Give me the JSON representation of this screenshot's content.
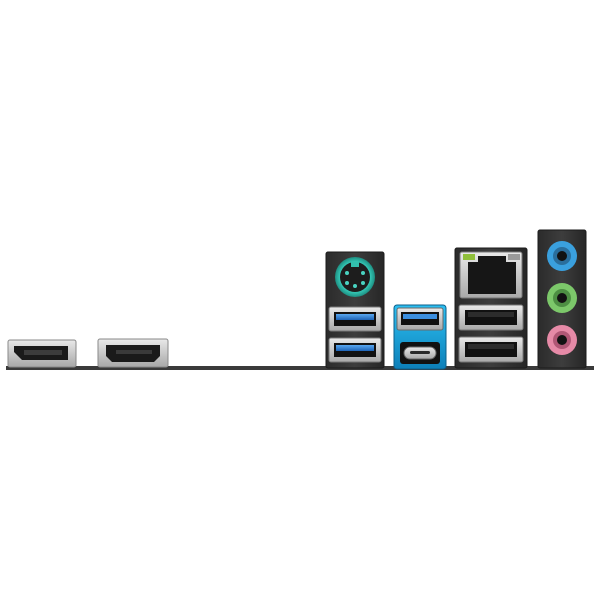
{
  "image": {
    "subject": "motherboard-rear-io-panel",
    "background": "#ffffff",
    "colors": {
      "board_edge": "#3a3a3a",
      "port_metal": "#c9c9c9",
      "port_dark": "#1a1a1a",
      "usb3_blue": "#2f7fd6",
      "usb_c_cyan": "#1aa6e0",
      "ps2_teal": "#2bb5a4",
      "audio_blue": "#3aa0de",
      "audio_green": "#7cc86a",
      "audio_pink": "#e68aa7",
      "lan_led_green": "#8fbf3a",
      "lan_led_gray": "#9a9a9a"
    },
    "ports": [
      {
        "name": "displayport-port",
        "type": "DisplayPort"
      },
      {
        "name": "hdmi-port",
        "type": "HDMI"
      },
      {
        "name": "ps2-combo-port",
        "type": "PS/2"
      },
      {
        "name": "usb-3-port",
        "type": "USB 3.x",
        "count": 2
      },
      {
        "name": "usb-a-blue-port",
        "type": "USB 3.x"
      },
      {
        "name": "usb-c-port",
        "type": "USB Type-C"
      },
      {
        "name": "lan-port",
        "type": "RJ-45"
      },
      {
        "name": "usb-2-port",
        "type": "USB 2.0",
        "count": 2
      },
      {
        "name": "audio-jack-blue",
        "type": "Line In"
      },
      {
        "name": "audio-jack-green",
        "type": "Line Out"
      },
      {
        "name": "audio-jack-pink",
        "type": "Mic In"
      }
    ]
  }
}
